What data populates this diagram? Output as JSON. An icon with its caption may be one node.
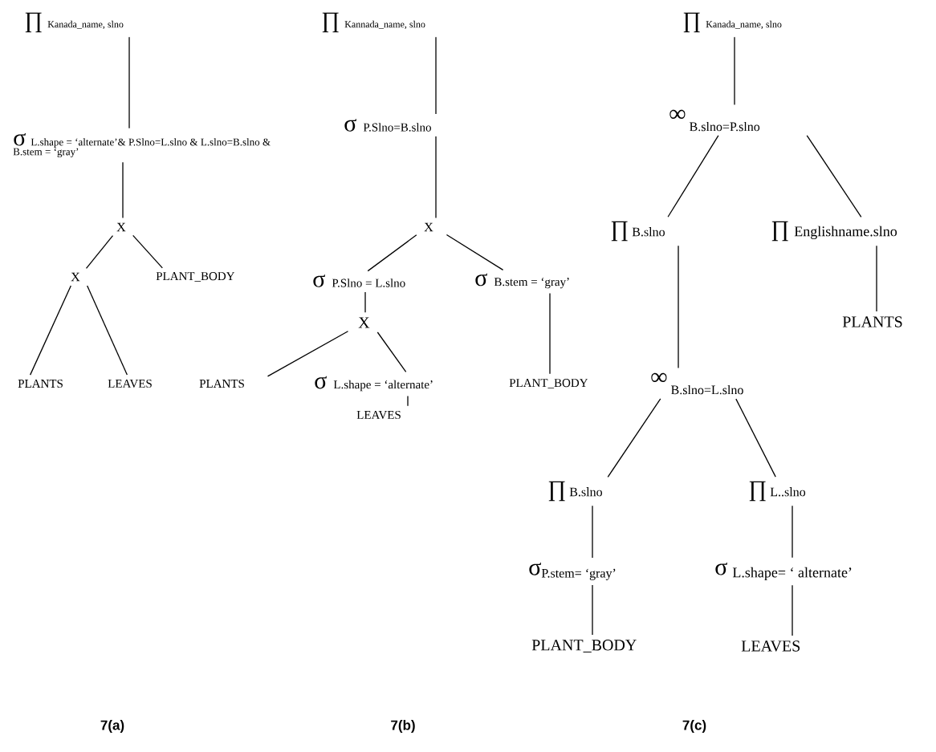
{
  "diagram": {
    "nodes": [
      {
        "text": [
          "∏",
          "Kanada_name, slno"
        ]
      },
      {
        "text": [
          "σ",
          "L.shape = ‘alternate’& P.Slno=L.slno & L.slno=B.slno & B.stem = ‘gray’"
        ]
      },
      {
        "text": [
          "X"
        ]
      },
      {
        "text": [
          "X"
        ]
      },
      {
        "text": [
          "PLANT_BODY"
        ]
      },
      {
        "text": [
          "PLANTS"
        ]
      },
      {
        "text": [
          "LEAVES"
        ]
      },
      {
        "text": [
          "∏",
          "Kannada_name, slno"
        ]
      },
      {
        "text": [
          "σ",
          "P.Slno=B.slno"
        ]
      },
      {
        "text": [
          "X"
        ]
      },
      {
        "text": [
          "σ",
          "P.Slno = L.slno"
        ]
      },
      {
        "text": [
          "σ",
          "B.stem = ‘gray’"
        ]
      },
      {
        "text": [
          "X"
        ]
      },
      {
        "text": [
          "PLANTS"
        ]
      },
      {
        "text": [
          "σ",
          "L.shape = ‘alternate’"
        ]
      },
      {
        "text": [
          "LEAVES"
        ]
      },
      {
        "text": [
          "PLANT_BODY"
        ]
      },
      {
        "text": [
          "∏",
          "Kanada_name, slno"
        ]
      },
      {
        "text": [
          "∞",
          "B.slno=P.slno"
        ]
      },
      {
        "text": [
          "∏",
          "B.slno"
        ]
      },
      {
        "text": [
          "∏",
          "Englishname.slno"
        ]
      },
      {
        "text": [
          "PLANTS"
        ]
      },
      {
        "text": [
          "∞",
          "B.slno=L.slno"
        ]
      },
      {
        "text": [
          "∏",
          "B.slno"
        ]
      },
      {
        "text": [
          "∏",
          "L..slno"
        ]
      },
      {
        "text": [
          "σ",
          "P.stem= ‘gray’"
        ]
      },
      {
        "text": [
          "σ",
          "L.shape= ‘ alternate’"
        ]
      },
      {
        "text": [
          "PLANT_BODY"
        ]
      },
      {
        "text": [
          "LEAVES"
        ]
      }
    ],
    "edges": [
      {
        "from": 0,
        "to": 1,
        "arrow": "none"
      },
      {
        "from": 1,
        "to": 2,
        "arrow": "none"
      },
      {
        "from": 2,
        "to": 3,
        "arrow": "none"
      },
      {
        "from": 2,
        "to": 4,
        "arrow": "none"
      },
      {
        "from": 3,
        "to": 5,
        "arrow": "none"
      },
      {
        "from": 3,
        "to": 6,
        "arrow": "none"
      },
      {
        "from": 7,
        "to": 8,
        "arrow": "none"
      },
      {
        "from": 8,
        "to": 9,
        "arrow": "none"
      },
      {
        "from": 9,
        "to": 10,
        "arrow": "none"
      },
      {
        "from": 9,
        "to": 11,
        "arrow": "none"
      },
      {
        "from": 10,
        "to": 12,
        "arrow": "none"
      },
      {
        "from": 12,
        "to": 13,
        "arrow": "none"
      },
      {
        "from": 12,
        "to": 14,
        "arrow": "none"
      },
      {
        "from": 14,
        "to": 15,
        "arrow": "none"
      },
      {
        "from": 11,
        "to": 16,
        "arrow": "none"
      },
      {
        "from": 17,
        "to": 18,
        "arrow": "none"
      },
      {
        "from": 18,
        "to": 19,
        "arrow": "none"
      },
      {
        "from": 18,
        "to": 20,
        "arrow": "none"
      },
      {
        "from": 20,
        "to": 21,
        "arrow": "none"
      },
      {
        "from": 19,
        "to": 22,
        "arrow": "none"
      },
      {
        "from": 22,
        "to": 23,
        "arrow": "none"
      },
      {
        "from": 22,
        "to": 24,
        "arrow": "none"
      },
      {
        "from": 23,
        "to": 25,
        "arrow": "none"
      },
      {
        "from": 24,
        "to": 26,
        "arrow": "none"
      },
      {
        "from": 25,
        "to": 27,
        "arrow": "none"
      },
      {
        "from": 26,
        "to": 28,
        "arrow": "none"
      }
    ],
    "labels": [
      "7(a)",
      "7(b)",
      "7(c)"
    ]
  }
}
